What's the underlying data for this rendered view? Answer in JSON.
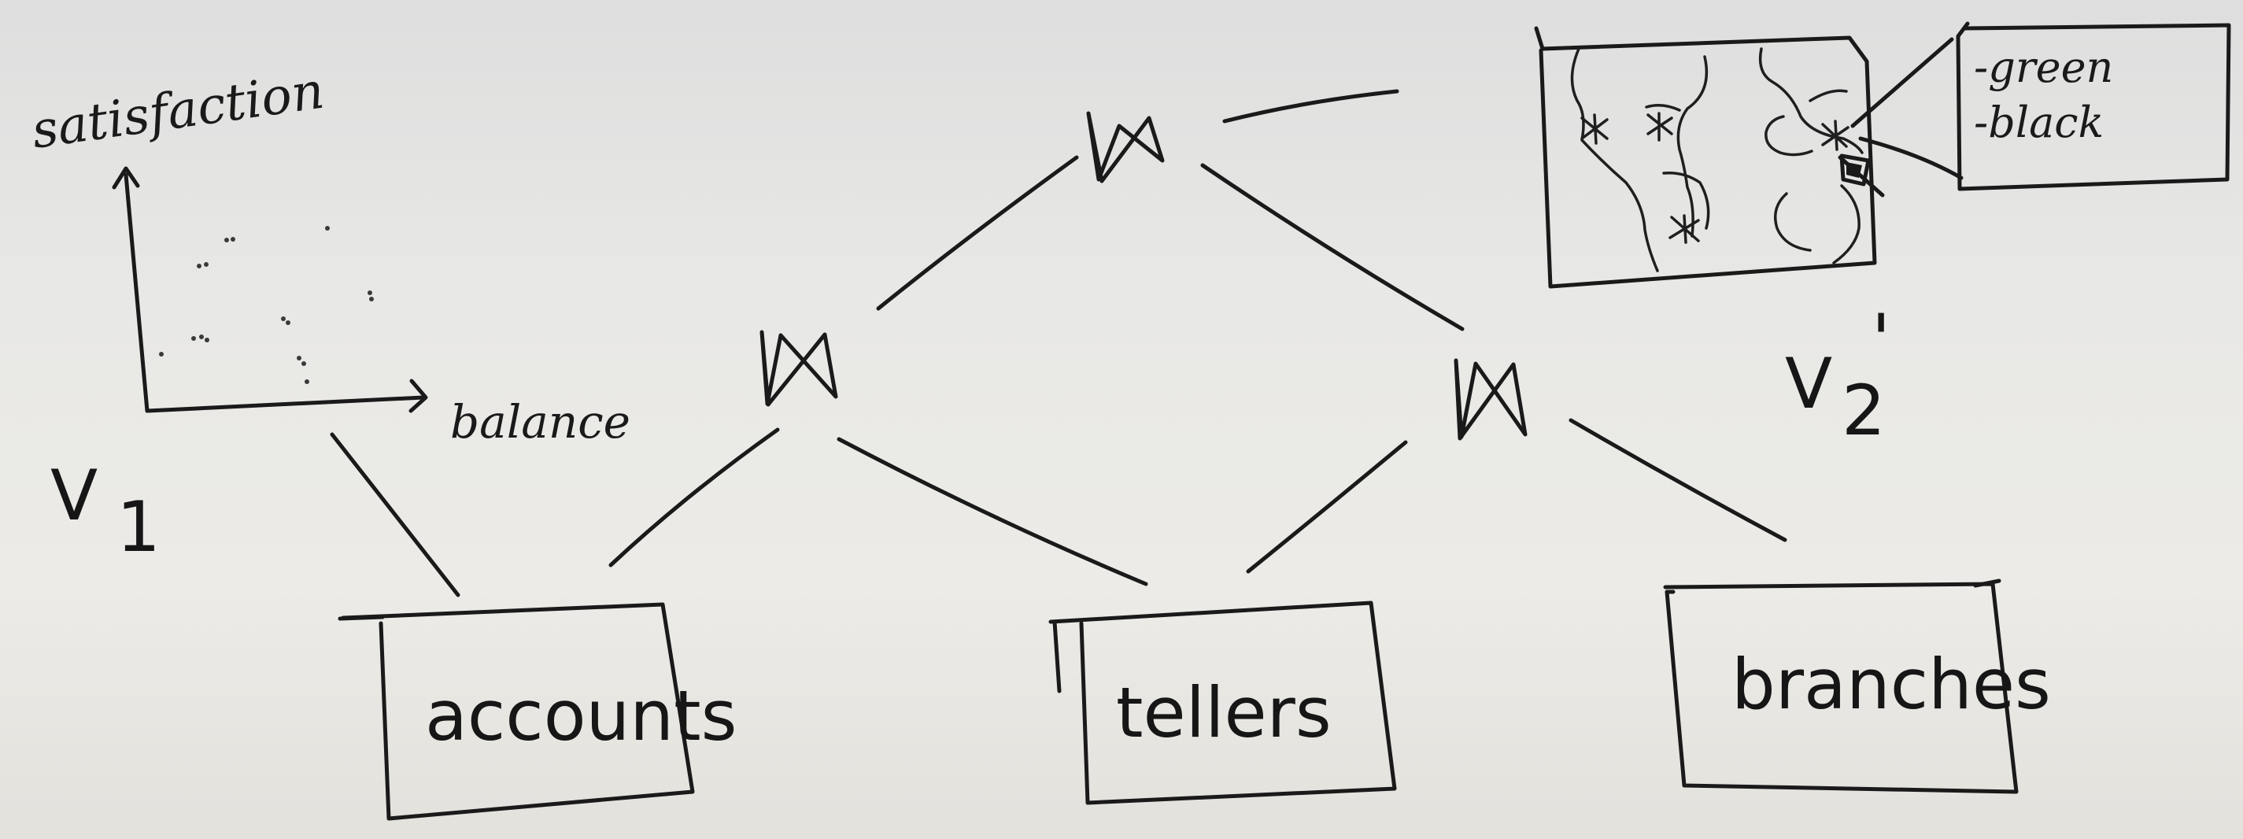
{
  "views": {
    "v1": {
      "label": "V",
      "subscript": "1",
      "chart": {
        "ylabel": "satisfaction",
        "xlabel": "balance"
      }
    },
    "v2": {
      "label": "V",
      "subscript": "2",
      "prime": "'",
      "legend": [
        "-green",
        "-black"
      ]
    }
  },
  "tables": {
    "accounts": "accounts",
    "tellers": "tellers",
    "branches": "branches"
  },
  "join_symbol": "⋈"
}
